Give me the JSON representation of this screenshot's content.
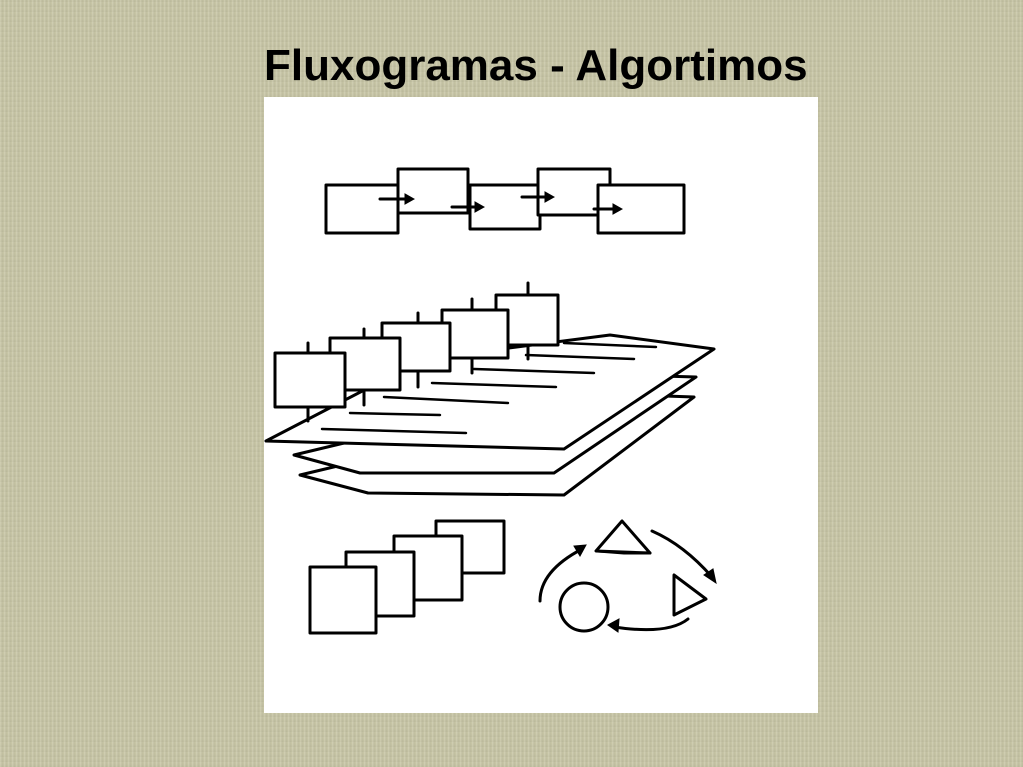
{
  "slide": {
    "title": "Fluxogramas - Algortimos"
  },
  "illustration": {
    "groups": [
      "chained-process-boxes",
      "stacked-sheets-with-signs",
      "overlapping-cards",
      "shapes-cycle"
    ]
  },
  "colors": {
    "background": "#c8c6a6",
    "title": "#000000",
    "panel": "#ffffff",
    "ink": "#000000"
  }
}
